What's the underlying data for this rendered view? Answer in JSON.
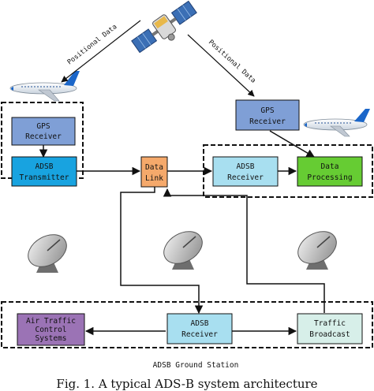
{
  "nodes": {
    "gps_receiver_left": {
      "line1": "GPS",
      "line2": "Receiver",
      "fill": "#7f9fd6"
    },
    "adsb_transmitter": {
      "line1": "ADSB",
      "line2": "Transmitter",
      "fill": "#18a3e0"
    },
    "data_link": {
      "line1": "Data",
      "line2": "Link",
      "fill": "#f5a96b"
    },
    "gps_receiver_right": {
      "line1": "GPS",
      "line2": "Receiver",
      "fill": "#7f9fd6"
    },
    "adsb_receiver_top": {
      "line1": "ADSB",
      "line2": "Receiver",
      "fill": "#a8dff0"
    },
    "data_processing": {
      "line1": "Data",
      "line2": "Processing",
      "fill": "#66cc33"
    },
    "air_traffic_control": {
      "line1": "Air Traffic",
      "line2": "Control",
      "line3": "Systems",
      "fill": "#9b73b5"
    },
    "adsb_receiver_bottom": {
      "line1": "ADSB",
      "line2": "Receiver",
      "fill": "#a8dff0"
    },
    "traffic_broadcast": {
      "line1": "Traffic",
      "line2": "Broadcast",
      "fill": "#d7efe9"
    }
  },
  "edge_labels": {
    "left": "Positional Data",
    "right": "Positional Data"
  },
  "group_labels": {
    "ground_station": "ADSB Ground Station"
  },
  "caption": "Fig. 1.   A typical ADS-B system architecture",
  "icons": [
    "satellite-icon",
    "airplane-icon",
    "radar-dish-icon"
  ]
}
